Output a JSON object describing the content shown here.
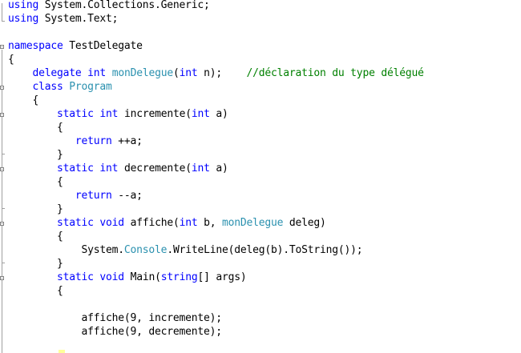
{
  "editor": {
    "lines": [
      [
        {
          "t": "using",
          "c": "kw"
        },
        {
          "t": " System.Collections.Generic;",
          "c": ""
        }
      ],
      [
        {
          "t": "using",
          "c": "kw"
        },
        {
          "t": " System.Text;",
          "c": ""
        }
      ],
      [],
      [
        {
          "t": "namespace",
          "c": "kw"
        },
        {
          "t": " TestDelegate",
          "c": ""
        }
      ],
      [
        {
          "t": "{",
          "c": ""
        }
      ],
      [
        {
          "t": "    ",
          "c": ""
        },
        {
          "t": "delegate",
          "c": "kw"
        },
        {
          "t": " ",
          "c": ""
        },
        {
          "t": "int",
          "c": "kw"
        },
        {
          "t": " ",
          "c": ""
        },
        {
          "t": "monDelegue",
          "c": "ty"
        },
        {
          "t": "(",
          "c": ""
        },
        {
          "t": "int",
          "c": "kw"
        },
        {
          "t": " n);    ",
          "c": ""
        },
        {
          "t": "//déclaration du type délégué",
          "c": "cm"
        }
      ],
      [
        {
          "t": "    ",
          "c": ""
        },
        {
          "t": "class",
          "c": "kw"
        },
        {
          "t": " ",
          "c": ""
        },
        {
          "t": "Program",
          "c": "ty"
        }
      ],
      [
        {
          "t": "    {",
          "c": ""
        }
      ],
      [
        {
          "t": "        ",
          "c": ""
        },
        {
          "t": "static",
          "c": "kw"
        },
        {
          "t": " ",
          "c": ""
        },
        {
          "t": "int",
          "c": "kw"
        },
        {
          "t": " incremente(",
          "c": ""
        },
        {
          "t": "int",
          "c": "kw"
        },
        {
          "t": " a)",
          "c": ""
        }
      ],
      [
        {
          "t": "        {",
          "c": ""
        }
      ],
      [
        {
          "t": "           ",
          "c": ""
        },
        {
          "t": "return",
          "c": "kw"
        },
        {
          "t": " ++a;",
          "c": ""
        }
      ],
      [
        {
          "t": "        }",
          "c": ""
        }
      ],
      [
        {
          "t": "        ",
          "c": ""
        },
        {
          "t": "static",
          "c": "kw"
        },
        {
          "t": " ",
          "c": ""
        },
        {
          "t": "int",
          "c": "kw"
        },
        {
          "t": " decremente(",
          "c": ""
        },
        {
          "t": "int",
          "c": "kw"
        },
        {
          "t": " a)",
          "c": ""
        }
      ],
      [
        {
          "t": "        {",
          "c": ""
        }
      ],
      [
        {
          "t": "           ",
          "c": ""
        },
        {
          "t": "return",
          "c": "kw"
        },
        {
          "t": " --a;",
          "c": ""
        }
      ],
      [
        {
          "t": "        }",
          "c": ""
        }
      ],
      [
        {
          "t": "        ",
          "c": ""
        },
        {
          "t": "static",
          "c": "kw"
        },
        {
          "t": " ",
          "c": ""
        },
        {
          "t": "void",
          "c": "kw"
        },
        {
          "t": " affiche(",
          "c": ""
        },
        {
          "t": "int",
          "c": "kw"
        },
        {
          "t": " b, ",
          "c": ""
        },
        {
          "t": "monDelegue",
          "c": "ty"
        },
        {
          "t": " deleg)",
          "c": ""
        }
      ],
      [
        {
          "t": "        {",
          "c": ""
        }
      ],
      [
        {
          "t": "            System.",
          "c": ""
        },
        {
          "t": "Console",
          "c": "ty"
        },
        {
          "t": ".WriteLine(deleg(b).ToString());",
          "c": ""
        }
      ],
      [
        {
          "t": "        }",
          "c": ""
        }
      ],
      [
        {
          "t": "        ",
          "c": ""
        },
        {
          "t": "static",
          "c": "kw"
        },
        {
          "t": " ",
          "c": ""
        },
        {
          "t": "void",
          "c": "kw"
        },
        {
          "t": " Main(",
          "c": ""
        },
        {
          "t": "string",
          "c": "kw"
        },
        {
          "t": "[] args)",
          "c": ""
        }
      ],
      [
        {
          "t": "        {",
          "c": ""
        }
      ],
      [],
      [
        {
          "t": "            affiche(9, incremente);",
          "c": ""
        }
      ],
      [
        {
          "t": "            affiche(9, decremente);",
          "c": ""
        }
      ]
    ]
  }
}
